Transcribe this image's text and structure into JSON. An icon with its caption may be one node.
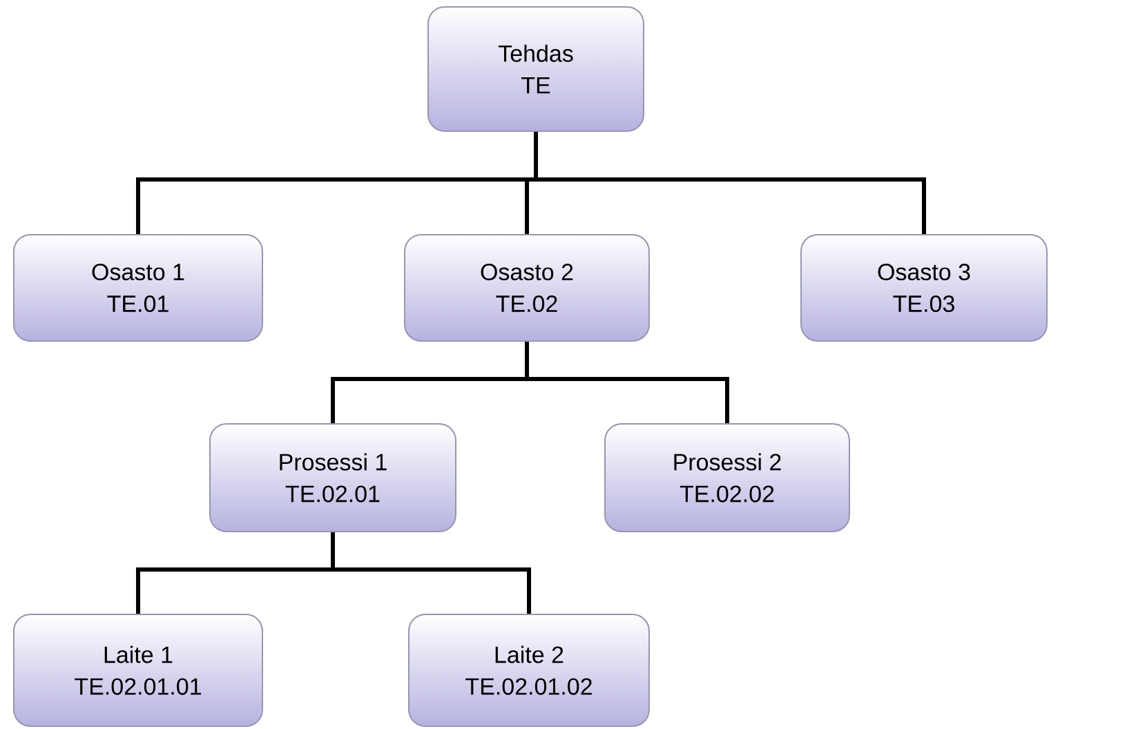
{
  "diagram": {
    "nodes": [
      {
        "text": [
          "Tehdas",
          "TE"
        ]
      },
      {
        "text": [
          "Osasto 1",
          "TE.01"
        ]
      },
      {
        "text": [
          "Osasto 2",
          "TE.02"
        ]
      },
      {
        "text": [
          "Osasto 3",
          "TE.03"
        ]
      },
      {
        "text": [
          "Prosessi 1",
          "TE.02.01"
        ]
      },
      {
        "text": [
          "Prosessi 2",
          "TE.02.02"
        ]
      },
      {
        "text": [
          "Laite 1",
          "TE.02.01.01"
        ]
      },
      {
        "text": [
          "Laite 2",
          "TE.02.01.02"
        ]
      }
    ],
    "edges": [
      {
        "from": 0,
        "to": 1,
        "arrow": "none"
      },
      {
        "from": 0,
        "to": 2,
        "arrow": "none"
      },
      {
        "from": 0,
        "to": 3,
        "arrow": "none"
      },
      {
        "from": 2,
        "to": 4,
        "arrow": "none"
      },
      {
        "from": 2,
        "to": 5,
        "arrow": "none"
      },
      {
        "from": 4,
        "to": 6,
        "arrow": "none"
      },
      {
        "from": 4,
        "to": 7,
        "arrow": "none"
      }
    ]
  }
}
